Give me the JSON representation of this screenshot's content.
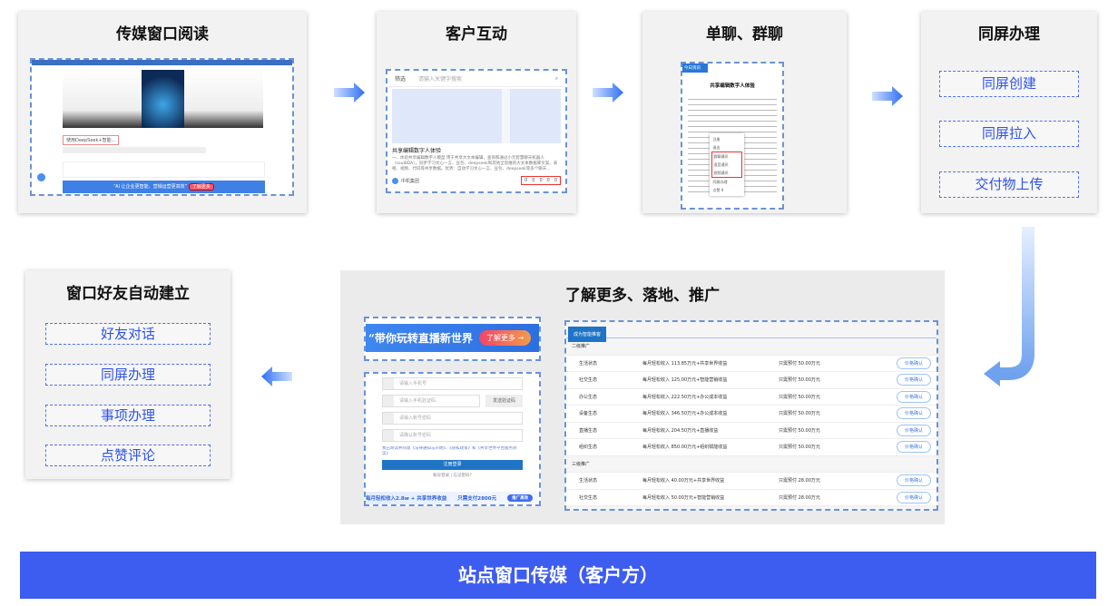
{
  "cards": {
    "reading": {
      "title": "传媒窗口阅读",
      "video_title": "使用DeepSeek+智能...",
      "banner_text": "“AI 让企业更智能、营销运营更高效”",
      "banner_button": "了解更多"
    },
    "interaction": {
      "title": "客户互动",
      "filter": "筛选",
      "search_placeholder": "请输入关键字搜索",
      "article_title": "共享编辑数字人体验",
      "article_body": "一、体验共享编辑数字人模型 用于共享大文本编辑，查询和通过小元智慧聊天机器人（soulBDA），同步学习文心一言、豆包、deepseek和其他全思维的大文本数据库文案、表格、视频、代码等共享数据。优势：自动学习文心一言、豆包、deepseek等多个聊天...",
      "author": "中机集团",
      "stats": [
        "0",
        "0",
        "0",
        "0",
        "0"
      ]
    },
    "chat": {
      "title": "单聊、群聊",
      "tab": "今日资讯",
      "doc_title": "共享编辑数字人体验",
      "menu": [
        "注册",
        "退出",
        "群聊通讯",
        "语音通讯",
        "视频通讯",
        "同屏办理",
        "点赞 0"
      ]
    },
    "screen": {
      "title": "同屏办理",
      "items": [
        "同屏创建",
        "同屏拉入",
        "交付物上传"
      ]
    },
    "friends": {
      "title": "窗口好友自动建立",
      "items": [
        "好友对话",
        "同屏办理",
        "事项办理",
        "点赞评论"
      ]
    },
    "promo": {
      "title": "了解更多、落地、推广",
      "banner_text": "“带你玩转直播新世界",
      "banner_button": "了解更多 →",
      "form": {
        "phone": "请输入手机号",
        "code": "请输入手机验证码",
        "send_code": "发送验证码",
        "password": "请输入账号密码",
        "confirm": "请确认账号密码",
        "agree": "我已阅读并同意《法律通知与声明》、《隐私政策》和《共享世界平台服务协议》",
        "submit": "注册登录",
        "links": [
          "账号登录",
          "忘记密码?"
        ],
        "footer": "每月轻松收入2.8w + 共享世界收益",
        "footer_price": "只需支付2800元",
        "footer_button": "推广高效"
      },
      "table": {
        "tab": "成为智能推客",
        "sections": [
          {
            "name": "二级推广",
            "rows": [
              [
                "生活状态",
                "每月轻松收入 113.85万元+共享世界收益",
                "只需预付 50.00万元",
                "价格确认"
              ],
              [
                "社交生态",
                "每月轻松收入 125.00万元+智能营销收益",
                "只需预付 50.00万元",
                "价格确认"
              ],
              [
                "办公生态",
                "每月轻松收入 222.50万元+办公成本收益",
                "只需预付 50.00万元",
                "价格确认"
              ],
              [
                "设备生态",
                "每月轻松收入 346.50万元+办公成本收益",
                "只需预付 50.00万元",
                "价格确认"
              ],
              [
                "直播生态",
                "每月轻松收入 204.50万元+直播收益",
                "只需预付 50.00万元",
                "价格确认"
              ],
              [
                "组织生态",
                "每月轻松收入 850.00万元+组织赋能收益",
                "只需预付 50.00万元",
                "价格确认"
              ]
            ]
          },
          {
            "name": "三级推广",
            "rows": [
              [
                "生活状态",
                "每月轻松收入 40.00万元+共享世界收益",
                "只需预付 28.00万元",
                "价格确认"
              ],
              [
                "社交生态",
                "每月轻松收入 50.00万元+智能营销收益",
                "只需预付 28.00万元",
                "价格确认"
              ]
            ]
          }
        ]
      }
    }
  },
  "footer": {
    "title": "站点窗口传媒（客户方）"
  }
}
